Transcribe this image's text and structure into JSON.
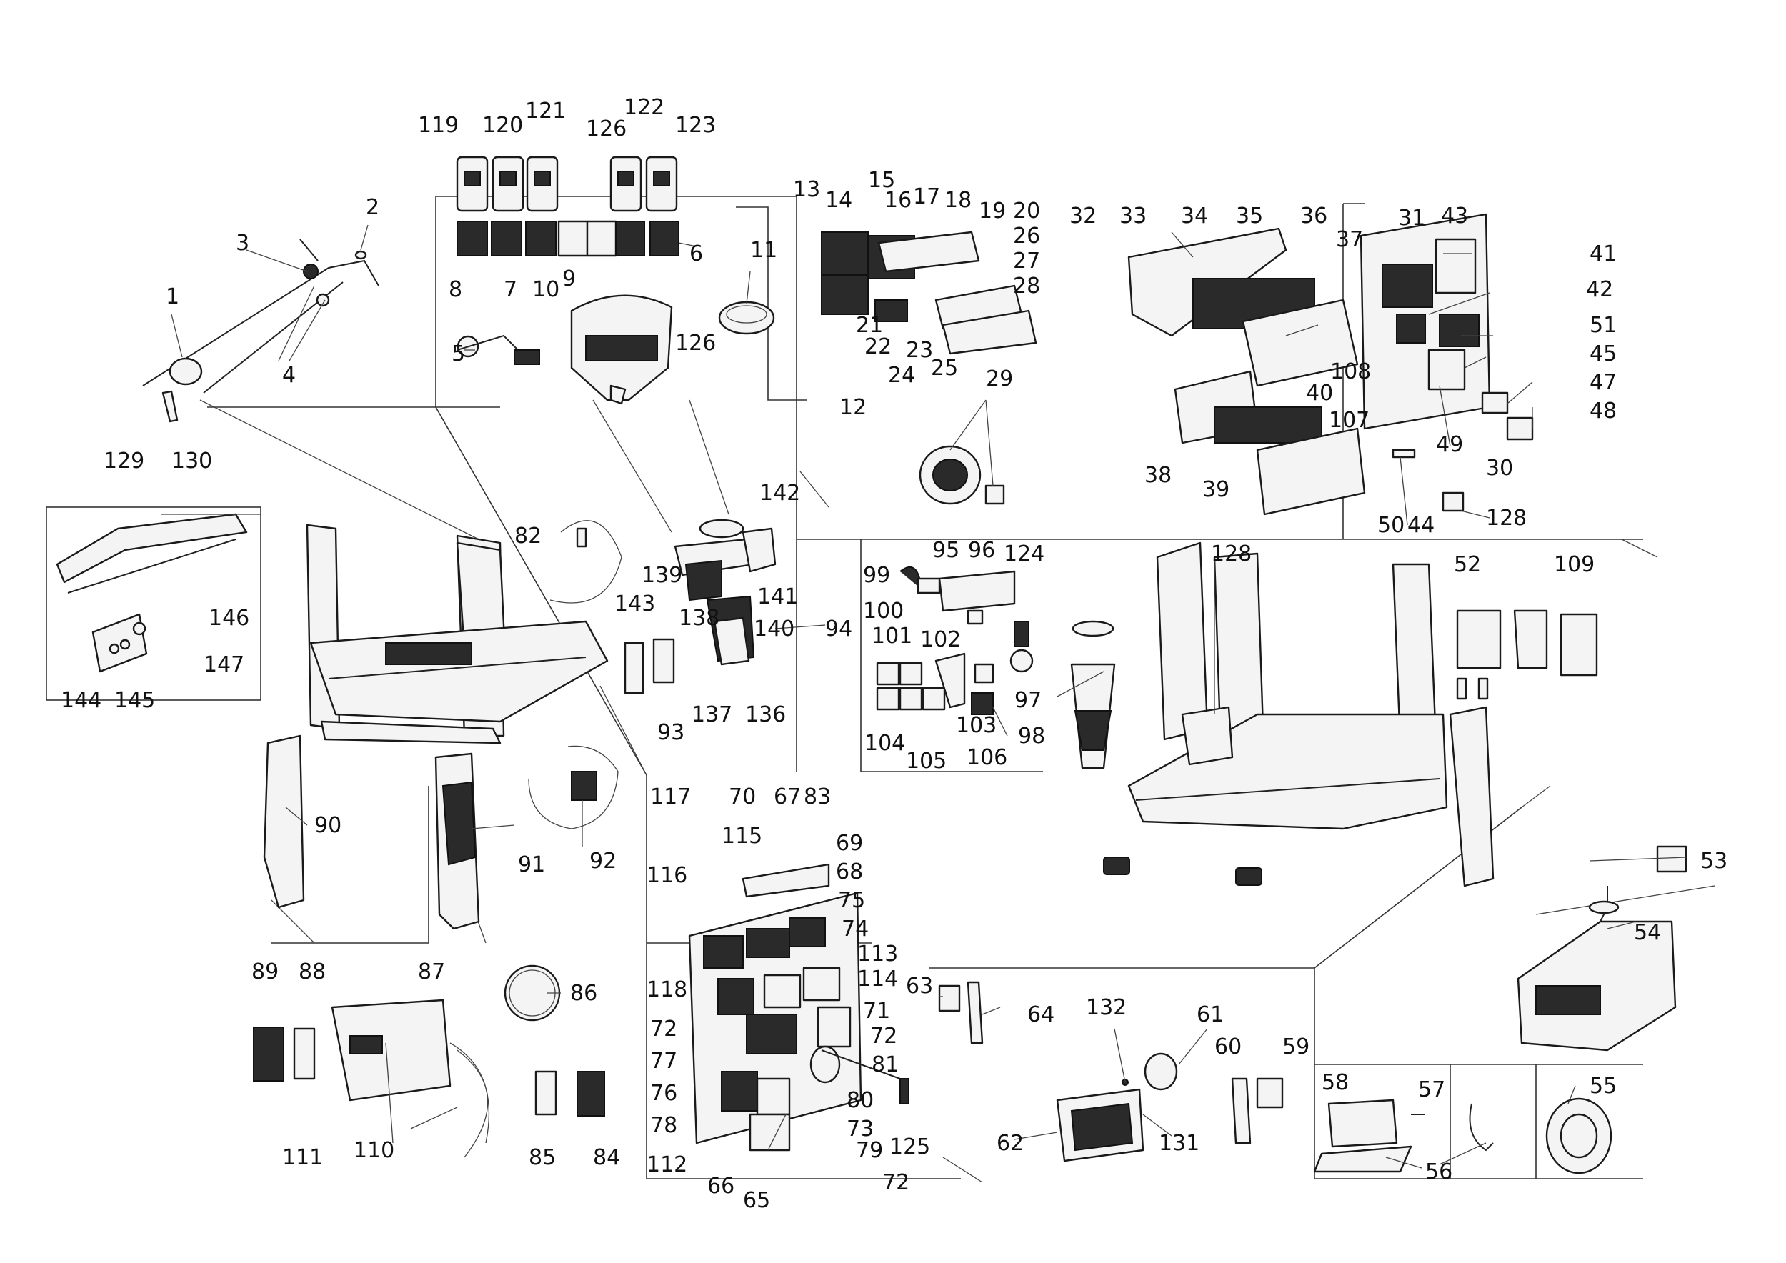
{
  "callouts": [
    {
      "id": "c1",
      "text": "1"
    },
    {
      "id": "c2",
      "text": "2"
    },
    {
      "id": "c3",
      "text": "3"
    },
    {
      "id": "c4",
      "text": "4"
    },
    {
      "id": "c5",
      "text": "5"
    },
    {
      "id": "c6",
      "text": "6"
    },
    {
      "id": "c7",
      "text": "7"
    },
    {
      "id": "c8",
      "text": "8"
    },
    {
      "id": "c9",
      "text": "9"
    },
    {
      "id": "c10",
      "text": "10"
    },
    {
      "id": "c11",
      "text": "11"
    },
    {
      "id": "c12",
      "text": "12"
    },
    {
      "id": "c13",
      "text": "13"
    },
    {
      "id": "c14",
      "text": "14"
    },
    {
      "id": "c15",
      "text": "15"
    },
    {
      "id": "c16",
      "text": "16"
    },
    {
      "id": "c17",
      "text": "17"
    },
    {
      "id": "c18",
      "text": "18"
    },
    {
      "id": "c19",
      "text": "19"
    },
    {
      "id": "c20",
      "text": "20"
    },
    {
      "id": "c21",
      "text": "21"
    },
    {
      "id": "c22",
      "text": "22"
    },
    {
      "id": "c23",
      "text": "23"
    },
    {
      "id": "c24",
      "text": "24"
    },
    {
      "id": "c25",
      "text": "25"
    },
    {
      "id": "c26",
      "text": "26"
    },
    {
      "id": "c27",
      "text": "27"
    },
    {
      "id": "c28",
      "text": "28"
    },
    {
      "id": "c29",
      "text": "29"
    },
    {
      "id": "c30",
      "text": "30"
    },
    {
      "id": "c31",
      "text": "31"
    },
    {
      "id": "c32",
      "text": "32"
    },
    {
      "id": "c33",
      "text": "33"
    },
    {
      "id": "c34",
      "text": "34"
    },
    {
      "id": "c35",
      "text": "35"
    },
    {
      "id": "c36",
      "text": "36"
    },
    {
      "id": "c37",
      "text": "37"
    },
    {
      "id": "c38",
      "text": "38"
    },
    {
      "id": "c39",
      "text": "39"
    },
    {
      "id": "c40",
      "text": "40"
    },
    {
      "id": "c41",
      "text": "41"
    },
    {
      "id": "c42",
      "text": "42"
    },
    {
      "id": "c43",
      "text": "43"
    },
    {
      "id": "c44",
      "text": "44"
    },
    {
      "id": "c45",
      "text": "45"
    },
    {
      "id": "c47",
      "text": "47"
    },
    {
      "id": "c48",
      "text": "48"
    },
    {
      "id": "c49",
      "text": "49"
    },
    {
      "id": "c50",
      "text": "50"
    },
    {
      "id": "c51",
      "text": "51"
    },
    {
      "id": "c52",
      "text": "52"
    },
    {
      "id": "c53",
      "text": "53"
    },
    {
      "id": "c54",
      "text": "54"
    },
    {
      "id": "c55",
      "text": "55"
    },
    {
      "id": "c56",
      "text": "56"
    },
    {
      "id": "c57",
      "text": "57"
    },
    {
      "id": "c58",
      "text": "58"
    },
    {
      "id": "c59",
      "text": "59"
    },
    {
      "id": "c60",
      "text": "60"
    },
    {
      "id": "c61",
      "text": "61"
    },
    {
      "id": "c62",
      "text": "62"
    },
    {
      "id": "c63",
      "text": "63"
    },
    {
      "id": "c64",
      "text": "64"
    },
    {
      "id": "c65",
      "text": "65"
    },
    {
      "id": "c66",
      "text": "66"
    },
    {
      "id": "c67",
      "text": "67"
    },
    {
      "id": "c68",
      "text": "68"
    },
    {
      "id": "c69",
      "text": "69"
    },
    {
      "id": "c70",
      "text": "70"
    },
    {
      "id": "c71",
      "text": "71"
    },
    {
      "id": "c72a",
      "text": "72"
    },
    {
      "id": "c72b",
      "text": "72"
    },
    {
      "id": "c72c",
      "text": "72"
    },
    {
      "id": "c73",
      "text": "73"
    },
    {
      "id": "c74",
      "text": "74"
    },
    {
      "id": "c75",
      "text": "75"
    },
    {
      "id": "c76",
      "text": "76"
    },
    {
      "id": "c77",
      "text": "77"
    },
    {
      "id": "c78",
      "text": "78"
    },
    {
      "id": "c79",
      "text": "79"
    },
    {
      "id": "c80",
      "text": "80"
    },
    {
      "id": "c81",
      "text": "81"
    },
    {
      "id": "c82",
      "text": "82"
    },
    {
      "id": "c83",
      "text": "83"
    },
    {
      "id": "c84",
      "text": "84"
    },
    {
      "id": "c85",
      "text": "85"
    },
    {
      "id": "c86",
      "text": "86"
    },
    {
      "id": "c87",
      "text": "87"
    },
    {
      "id": "c88",
      "text": "88"
    },
    {
      "id": "c89",
      "text": "89"
    },
    {
      "id": "c90",
      "text": "90"
    },
    {
      "id": "c91",
      "text": "91"
    },
    {
      "id": "c92",
      "text": "92"
    },
    {
      "id": "c93",
      "text": "93"
    },
    {
      "id": "c94",
      "text": "94"
    },
    {
      "id": "c95",
      "text": "95"
    },
    {
      "id": "c96",
      "text": "96"
    },
    {
      "id": "c97",
      "text": "97"
    },
    {
      "id": "c98",
      "text": "98"
    },
    {
      "id": "c99",
      "text": "99"
    },
    {
      "id": "c100",
      "text": "100"
    },
    {
      "id": "c101",
      "text": "101"
    },
    {
      "id": "c102",
      "text": "102"
    },
    {
      "id": "c103",
      "text": "103"
    },
    {
      "id": "c104",
      "text": "104"
    },
    {
      "id": "c105",
      "text": "105"
    },
    {
      "id": "c106",
      "text": "106"
    },
    {
      "id": "c107",
      "text": "107"
    },
    {
      "id": "c108",
      "text": "108"
    },
    {
      "id": "c109",
      "text": "109"
    },
    {
      "id": "c110",
      "text": "110"
    },
    {
      "id": "c111",
      "text": "111"
    },
    {
      "id": "c112",
      "text": "112"
    },
    {
      "id": "c113",
      "text": "113"
    },
    {
      "id": "c114",
      "text": "114"
    },
    {
      "id": "c115",
      "text": "115"
    },
    {
      "id": "c116",
      "text": "116"
    },
    {
      "id": "c117",
      "text": "117"
    },
    {
      "id": "c118",
      "text": "118"
    },
    {
      "id": "c119",
      "text": "119"
    },
    {
      "id": "c120",
      "text": "120"
    },
    {
      "id": "c121",
      "text": "121"
    },
    {
      "id": "c122",
      "text": "122"
    },
    {
      "id": "c123",
      "text": "123"
    },
    {
      "id": "c124",
      "text": "124"
    },
    {
      "id": "c125",
      "text": "125"
    },
    {
      "id": "c126a",
      "text": "126"
    },
    {
      "id": "c126b",
      "text": "126"
    },
    {
      "id": "c128a",
      "text": "128"
    },
    {
      "id": "c128b",
      "text": "128"
    },
    {
      "id": "c129",
      "text": "129"
    },
    {
      "id": "c130",
      "text": "130"
    },
    {
      "id": "c131",
      "text": "131"
    },
    {
      "id": "c132",
      "text": "132"
    },
    {
      "id": "c136",
      "text": "136"
    },
    {
      "id": "c137",
      "text": "137"
    },
    {
      "id": "c138",
      "text": "138"
    },
    {
      "id": "c139",
      "text": "139"
    },
    {
      "id": "c140",
      "text": "140"
    },
    {
      "id": "c141",
      "text": "141"
    },
    {
      "id": "c142",
      "text": "142"
    },
    {
      "id": "c143",
      "text": "143"
    },
    {
      "id": "c144",
      "text": "144"
    },
    {
      "id": "c145",
      "text": "145"
    },
    {
      "id": "c146",
      "text": "146"
    },
    {
      "id": "c147",
      "text": "147"
    }
  ]
}
